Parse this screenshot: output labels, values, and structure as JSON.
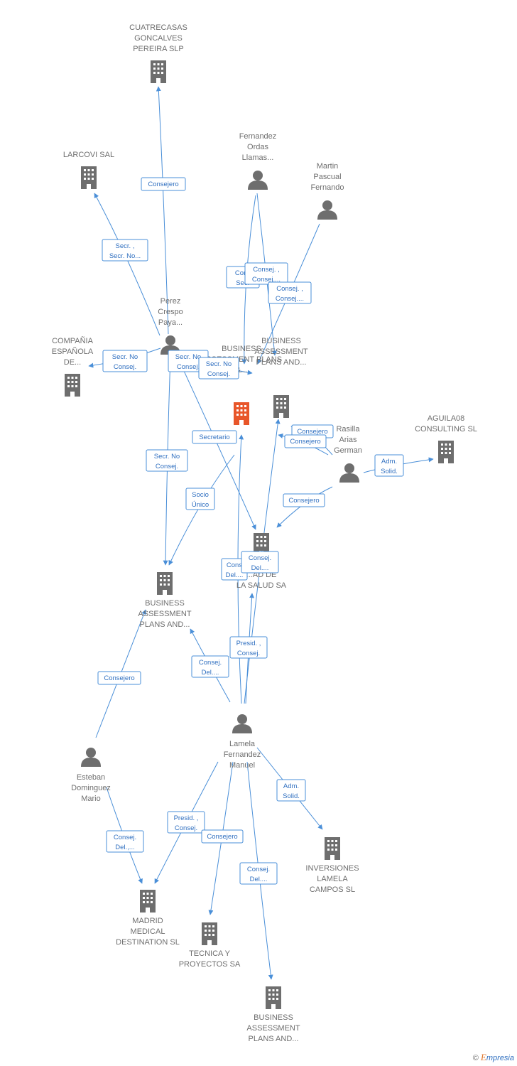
{
  "colors": {
    "edge": "#4a8fd8",
    "edge_text": "#2f6fc0",
    "node": "#6e6e6e",
    "focus_company": "#e8562a",
    "label": "#6e6e6e"
  },
  "nodes": [
    {
      "id": "cuatrecasas",
      "kind": "company",
      "icon": "building-icon",
      "label": [
        "CUATRECASAS",
        "GONCALVES",
        "PEREIRA SLP"
      ]
    },
    {
      "id": "larcovi",
      "kind": "company",
      "icon": "building-icon",
      "label": [
        "LARCOVI SAL"
      ]
    },
    {
      "id": "fernandez_ordas",
      "kind": "person",
      "icon": "person-icon",
      "label": [
        "Fernandez",
        "Ordas",
        "Llamas..."
      ]
    },
    {
      "id": "martin_pascual",
      "kind": "person",
      "icon": "person-icon",
      "label": [
        "Martin",
        "Pascual",
        "Fernando"
      ]
    },
    {
      "id": "perez_crespo",
      "kind": "person",
      "icon": "person-icon",
      "label": [
        "Perez",
        "Crespo",
        "Paya..."
      ]
    },
    {
      "id": "compania_espanola",
      "kind": "company",
      "icon": "building-icon",
      "label": [
        "COMPAÑIA",
        "ESPAÑOLA",
        "DE..."
      ]
    },
    {
      "id": "bap_focus",
      "kind": "company",
      "focus": true,
      "icon": "building-icon",
      "label": [
        "BUSINESS",
        "ASSESSMENT PLANS",
        "&..."
      ]
    },
    {
      "id": "bap_right",
      "kind": "company",
      "icon": "building-icon",
      "label": [
        "BUSINESS",
        "ASSESSMENT",
        "PLANS AND..."
      ]
    },
    {
      "id": "rasilla",
      "kind": "person",
      "icon": "person-icon",
      "label": [
        "Rasilla",
        "Arias",
        "German"
      ]
    },
    {
      "id": "aguila08",
      "kind": "company",
      "icon": "building-icon",
      "label": [
        "AGUILA08",
        "CONSULTING SL"
      ]
    },
    {
      "id": "salud",
      "kind": "company",
      "icon": "building-icon",
      "label": [
        "...AD DE",
        "LA SALUD SA"
      ]
    },
    {
      "id": "bap_left",
      "kind": "company",
      "icon": "building-icon",
      "label": [
        "BUSINESS",
        "ASSESSMENT",
        "PLANS AND..."
      ]
    },
    {
      "id": "lamela",
      "kind": "person",
      "icon": "person-icon",
      "label": [
        "Lamela",
        "Fernandez",
        "Manuel"
      ]
    },
    {
      "id": "esteban",
      "kind": "person",
      "icon": "person-icon",
      "label": [
        "Esteban",
        "Dominguez",
        "Mario"
      ]
    },
    {
      "id": "inversiones",
      "kind": "company",
      "icon": "building-icon",
      "label": [
        "INVERSIONES",
        "LAMELA",
        "CAMPOS SL"
      ]
    },
    {
      "id": "madrid_medical",
      "kind": "company",
      "icon": "building-icon",
      "label": [
        "MADRID",
        "MEDICAL",
        "DESTINATION SL"
      ]
    },
    {
      "id": "tecnica",
      "kind": "company",
      "icon": "building-icon",
      "label": [
        "TECNICA Y",
        "PROYECTOS SA"
      ]
    },
    {
      "id": "bap_bottom",
      "kind": "company",
      "icon": "building-icon",
      "label": [
        "BUSINESS",
        "ASSESSMENT",
        "PLANS AND..."
      ]
    }
  ],
  "edges": [
    {
      "from": "perez_crespo",
      "to": "cuatrecasas",
      "label": [
        "Consejero"
      ]
    },
    {
      "from": "perez_crespo",
      "to": "larcovi",
      "label": [
        "Secr. ,",
        "Secr. No..."
      ]
    },
    {
      "from": "perez_crespo",
      "to": "compania_espanola",
      "label": [
        "Secr. No",
        "Consej."
      ]
    },
    {
      "from": "perez_crespo",
      "to": "bap_focus",
      "label": [
        "Secr. No",
        "Consej."
      ]
    },
    {
      "from": "perez_crespo",
      "to": "bap_focus",
      "label": [
        "Secr. No",
        "Consej."
      ]
    },
    {
      "from": "perez_crespo",
      "to": "bap_left",
      "label": [
        "Secr. No",
        "Consej."
      ]
    },
    {
      "from": "perez_crespo",
      "to": "salud",
      "label": [
        "Secretario"
      ]
    },
    {
      "from": "fernandez_ordas",
      "to": "bap_focus",
      "label": [
        "Cons",
        "Secr"
      ]
    },
    {
      "from": "fernandez_ordas",
      "to": "bap_right",
      "label": [
        "Consej. ,",
        "Consej...."
      ]
    },
    {
      "from": "martin_pascual",
      "to": "bap_right",
      "label": [
        "Consej. ,",
        "Consej...."
      ]
    },
    {
      "from": "rasilla",
      "to": "bap_right",
      "label": [
        "Consejero"
      ]
    },
    {
      "from": "rasilla",
      "to": "bap_right",
      "label": [
        "Consejero"
      ]
    },
    {
      "from": "rasilla",
      "to": "aguila08",
      "label": [
        "Adm.",
        "Solid."
      ]
    },
    {
      "from": "rasilla",
      "to": "salud",
      "label": [
        "Consejero"
      ]
    },
    {
      "from": "bap_focus",
      "to": "bap_left",
      "label": [
        "Socio",
        "Único"
      ]
    },
    {
      "from": "lamela",
      "to": "bap_focus",
      "label": [
        "Cons",
        "Del...."
      ]
    },
    {
      "from": "lamela",
      "to": "bap_right",
      "label": [
        "Consej.",
        "Del...."
      ]
    },
    {
      "from": "lamela",
      "to": "salud",
      "label": [
        "Presid. ,",
        "Consej."
      ]
    },
    {
      "from": "lamela",
      "to": "bap_left",
      "label": [
        "Consej.",
        "Del...."
      ]
    },
    {
      "from": "esteban",
      "to": "bap_left",
      "label": [
        "Consejero"
      ]
    },
    {
      "from": "esteban",
      "to": "madrid_medical",
      "label": [
        "Consej.",
        "Del.,..."
      ]
    },
    {
      "from": "lamela",
      "to": "madrid_medical",
      "label": [
        "Presid. ,",
        "Consej."
      ]
    },
    {
      "from": "lamela",
      "to": "tecnica",
      "label": [
        "Consejero"
      ]
    },
    {
      "from": "lamela",
      "to": "bap_bottom",
      "label": [
        "Consej.",
        "Del...."
      ]
    },
    {
      "from": "lamela",
      "to": "inversiones",
      "label": [
        "Adm.",
        "Solid."
      ]
    }
  ],
  "footer": {
    "copyright": "©",
    "brand_initial": "E",
    "brand_rest": "mpresia"
  }
}
